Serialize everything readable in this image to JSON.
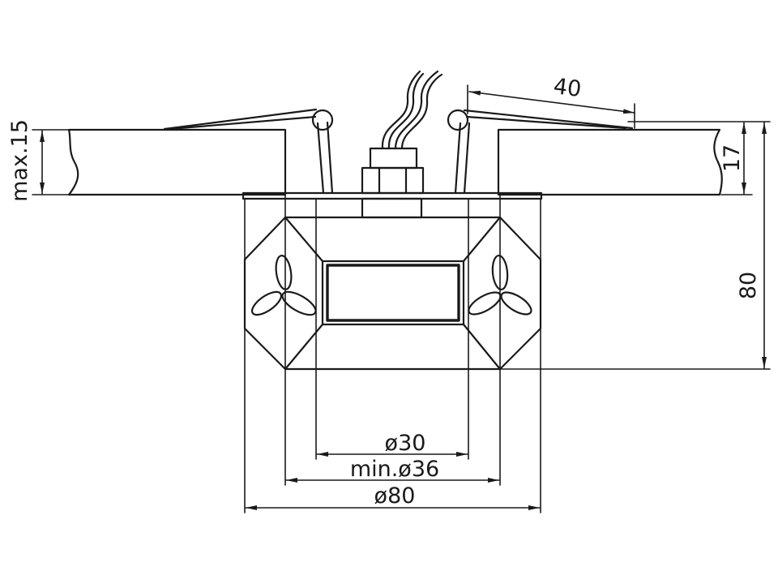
{
  "drawing": {
    "line_color": "#1a1a1a",
    "background": "#ffffff"
  },
  "dimensions": {
    "left_mount_thickness": "max.15",
    "clip_span": "40",
    "right_thickness": "17",
    "height": "80",
    "diameter_30": "ø30",
    "diameter_36": "min.ø36",
    "diameter_80": "ø80"
  }
}
